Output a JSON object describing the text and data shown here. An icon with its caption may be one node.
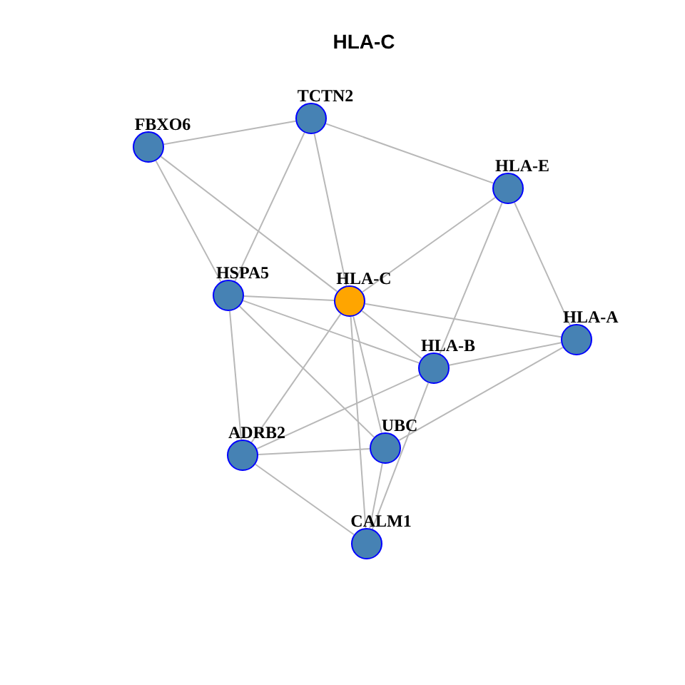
{
  "diagram": {
    "title": "HLA-C",
    "nodes": [
      {
        "text": [
          "TCTN2"
        ]
      },
      {
        "text": [
          "FBXO6"
        ]
      },
      {
        "text": [
          "HLA-E"
        ]
      },
      {
        "text": [
          "HSPA5"
        ]
      },
      {
        "text": [
          "HLA-C"
        ]
      },
      {
        "text": [
          "HLA-A"
        ]
      },
      {
        "text": [
          "HLA-B"
        ]
      },
      {
        "text": [
          "UBC"
        ]
      },
      {
        "text": [
          "ADRB2"
        ]
      },
      {
        "text": [
          "CALM1"
        ]
      }
    ],
    "edges": [
      {
        "from": 1,
        "to": 0,
        "arrow": "none"
      },
      {
        "from": 0,
        "to": 2,
        "arrow": "none"
      },
      {
        "from": 1,
        "to": 3,
        "arrow": "none"
      },
      {
        "from": 1,
        "to": 4,
        "arrow": "none"
      },
      {
        "from": 0,
        "to": 3,
        "arrow": "none"
      },
      {
        "from": 0,
        "to": 4,
        "arrow": "none"
      },
      {
        "from": 2,
        "to": 4,
        "arrow": "none"
      },
      {
        "from": 2,
        "to": 6,
        "arrow": "none"
      },
      {
        "from": 2,
        "to": 5,
        "arrow": "none"
      },
      {
        "from": 3,
        "to": 4,
        "arrow": "none"
      },
      {
        "from": 3,
        "to": 6,
        "arrow": "none"
      },
      {
        "from": 3,
        "to": 7,
        "arrow": "none"
      },
      {
        "from": 3,
        "to": 8,
        "arrow": "none"
      },
      {
        "from": 4,
        "to": 5,
        "arrow": "none"
      },
      {
        "from": 4,
        "to": 6,
        "arrow": "none"
      },
      {
        "from": 4,
        "to": 8,
        "arrow": "none"
      },
      {
        "from": 4,
        "to": 7,
        "arrow": "none"
      },
      {
        "from": 4,
        "to": 9,
        "arrow": "none"
      },
      {
        "from": 6,
        "to": 5,
        "arrow": "none"
      },
      {
        "from": 6,
        "to": 8,
        "arrow": "none"
      },
      {
        "from": 6,
        "to": 9,
        "arrow": "none"
      },
      {
        "from": 5,
        "to": 7,
        "arrow": "none"
      },
      {
        "from": 8,
        "to": 7,
        "arrow": "none"
      },
      {
        "from": 8,
        "to": 9,
        "arrow": "none"
      },
      {
        "from": 7,
        "to": 9,
        "arrow": "none"
      }
    ]
  }
}
